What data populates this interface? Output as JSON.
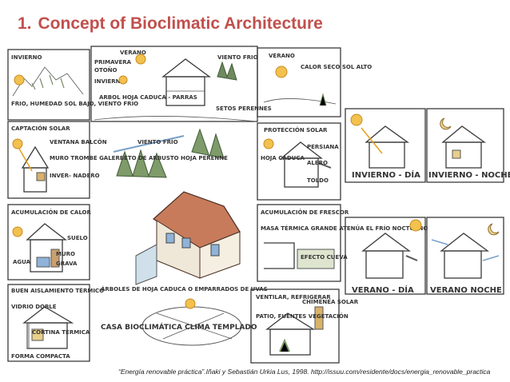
{
  "slide": {
    "title_number": "1.",
    "title_text": "Concept of Bioclimatic Architecture",
    "caption": "“Energía renovable práctica”.Iñaki y Sebastián Urkia Lus, 1998. http://issuu.com/residente/docs/energia_renovable_practica"
  },
  "panels": {
    "invierno": {
      "title": "INVIERNO",
      "note": "FRIO, HUMEDAD SOL BAJO, VIENTO FRIO"
    },
    "verano_left": {
      "title": "VERANO",
      "lines": [
        "PRIMAVERA",
        "OTOÑO",
        "INVIERNO"
      ],
      "arbol": "ARBOL HOJA CADUCA - PARRAS",
      "viento": "VIENTO FRIO",
      "setos": "SETOS PERENNES"
    },
    "verano_right": {
      "title": "VERANO",
      "note": "CALOR SECO SOL ALTO"
    },
    "captacion": {
      "title": "CAPTACIÓN SOLAR",
      "labels": [
        "VENTANA BALCÓN",
        "MURO TROMBE GALERIA",
        "INVER- NADERO"
      ]
    },
    "proteccion": {
      "title": "PROTECCIÓN SOLAR",
      "labels": [
        "PERSIANA",
        "ALERO",
        "TOLDO",
        "HOJA CADUCA"
      ]
    },
    "acumulacion_calor": {
      "title": "ACUMULACIÓN DE CALOR",
      "labels": [
        "SUELO",
        "MURO",
        "GRAVA",
        "AGUA"
      ]
    },
    "acumulacion_frescor": {
      "title": "ACUMULACIÓN DE FRESCOR",
      "labels": [
        "MASA TÉRMICA GRANDE ATENÚA EL FRÍO NOCTURNO",
        "EFECTO CUEVA"
      ]
    },
    "aislamiento": {
      "title": "BUEN AISLAMIENTO TÉRMICO",
      "labels": [
        "VIDRIO DOBLE",
        "CORTINA TERMICA",
        "FORMA COMPACTA"
      ]
    },
    "ventilar": {
      "title": "VENTILAR, REFRIGERAR",
      "labels": [
        "PATIO, FUENTES VEGETACIÓN",
        "CHIMENEA SOLAR"
      ]
    },
    "center": {
      "viento": "VIENTO FRÍO",
      "setos": "SETO DE ARBUSTO HOJA PERENNE",
      "arboles": "ÁRBOLES DE HOJA CADUCA O EMPARRADOS DE UVAS",
      "casa": "CASA BIOCLIMÁTICA CLIMA TEMPLADO"
    },
    "states": {
      "invierno_dia": "INVIERNO - DÍA",
      "invierno_noche": "INVIERNO - NOCHE",
      "verano_dia": "VERANO - DÍA",
      "verano_noche": "VERANO NOCHE"
    }
  }
}
